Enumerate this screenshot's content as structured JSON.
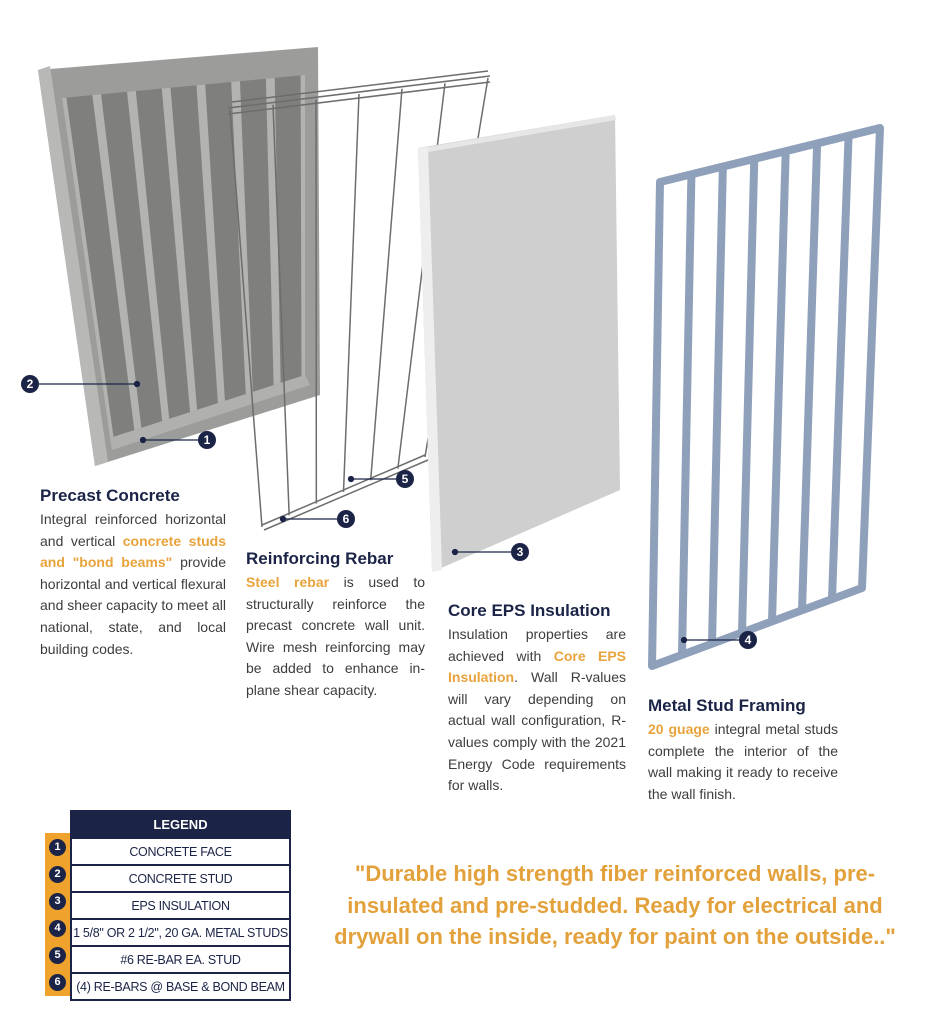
{
  "colors": {
    "navy": "#1b2447",
    "orange": "#e8a33c",
    "concrete": "#a9a9a7",
    "steel": "#8f9fb8"
  },
  "callouts": [
    "1",
    "2",
    "3",
    "4",
    "5",
    "6"
  ],
  "sections": {
    "precast": {
      "title": "Precast Concrete",
      "t1": "Integral reinforced horizontal and vertical ",
      "hl": "concrete studs and \"bond beams\"",
      "t2": " provide horizontal and vertical flexural and sheer capacity to meet all national, state, and local building codes."
    },
    "rebar": {
      "title": "Reinforcing Rebar",
      "hl": "Steel rebar",
      "t2": " is used to structurally reinforce the precast concrete wall unit. Wire mesh reinforcing may be added to enhance in-plane shear capacity."
    },
    "eps": {
      "title": "Core EPS Insulation",
      "t1": "Insulation properties are achieved with ",
      "hl": "Core EPS Insulation",
      "t2": ". Wall R-values will vary depending on actual wall configuration, R-values comply with the 2021 Energy Code requirements for walls."
    },
    "metal": {
      "title": "Metal Stud Framing",
      "hl": "20 guage",
      "t2": " integral metal studs complete the interior of the wall making it ready to receive the wall finish."
    }
  },
  "legend": {
    "title": "LEGEND",
    "rows": [
      {
        "num": "1",
        "label": "CONCRETE FACE"
      },
      {
        "num": "2",
        "label": "CONCRETE STUD"
      },
      {
        "num": "3",
        "label": "EPS INSULATION"
      },
      {
        "num": "4",
        "label": "1 5/8\" OR 2 1/2\", 20 GA. METAL STUDS"
      },
      {
        "num": "5",
        "label": "#6 RE-BAR EA. STUD"
      },
      {
        "num": "6",
        "label": "(4) RE-BARS @ BASE & BOND BEAM"
      }
    ]
  },
  "quote": "\"Durable high strength fiber reinforced walls, pre-insulated and pre-studded. Ready for electrical and drywall on the inside, ready for paint on the outside..\""
}
